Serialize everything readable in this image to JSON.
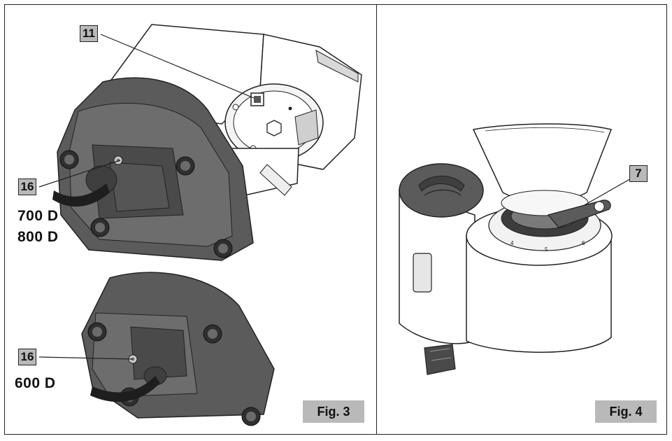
{
  "figures": [
    {
      "label": "Fig. 3",
      "callouts": [
        "11",
        "16",
        "16"
      ],
      "models": [
        "700 D",
        "800 D",
        "600 D"
      ]
    },
    {
      "label": "Fig. 4",
      "callouts": [
        "7"
      ],
      "dial_marks": [
        "4",
        "5",
        "6"
      ]
    }
  ],
  "colors": {
    "frame": "#222222",
    "label_fill": "#b9b9b9",
    "base_dark": "#5b5b5b",
    "base_darker": "#3f3f3f"
  }
}
